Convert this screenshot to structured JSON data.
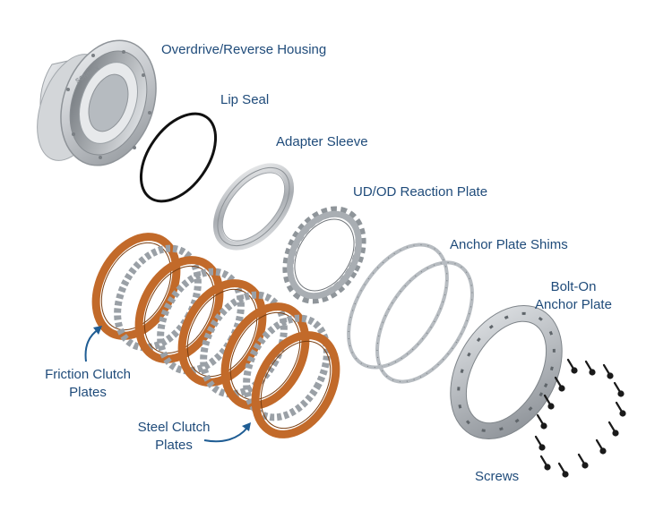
{
  "colors": {
    "label_text": "#1f4b7a",
    "arrow": "#1f5d94",
    "housing": "#c9ccd0",
    "steel": "#9aa0a6",
    "friction": "#c26a2a",
    "seal": "#111111",
    "screw": "#1a1a1a"
  },
  "labels": {
    "overdrive_housing": "Overdrive/Reverse Housing",
    "lip_seal": "Lip Seal",
    "adapter_sleeve": "Adapter Sleeve",
    "reaction_plate": "UD/OD Reaction Plate",
    "anchor_shims": "Anchor Plate Shims",
    "bolt_on_line1": "Bolt-On",
    "bolt_on_line2": "Anchor Plate",
    "friction_line1": "Friction Clutch",
    "friction_line2": "Plates",
    "steel_line1": "Steel Clutch",
    "steel_line2": "Plates",
    "screws": "Screws"
  },
  "housing_embossed_text": "SONNAX",
  "icons": {
    "housing": "overdrive-housing-icon",
    "seal": "lip-seal-icon",
    "sleeve": "adapter-sleeve-icon",
    "reaction": "reaction-plate-icon",
    "shims": "anchor-shims-icon",
    "anchor": "anchor-plate-icon",
    "clutch_pack": "clutch-pack-icon",
    "screws": "screws-icon"
  }
}
